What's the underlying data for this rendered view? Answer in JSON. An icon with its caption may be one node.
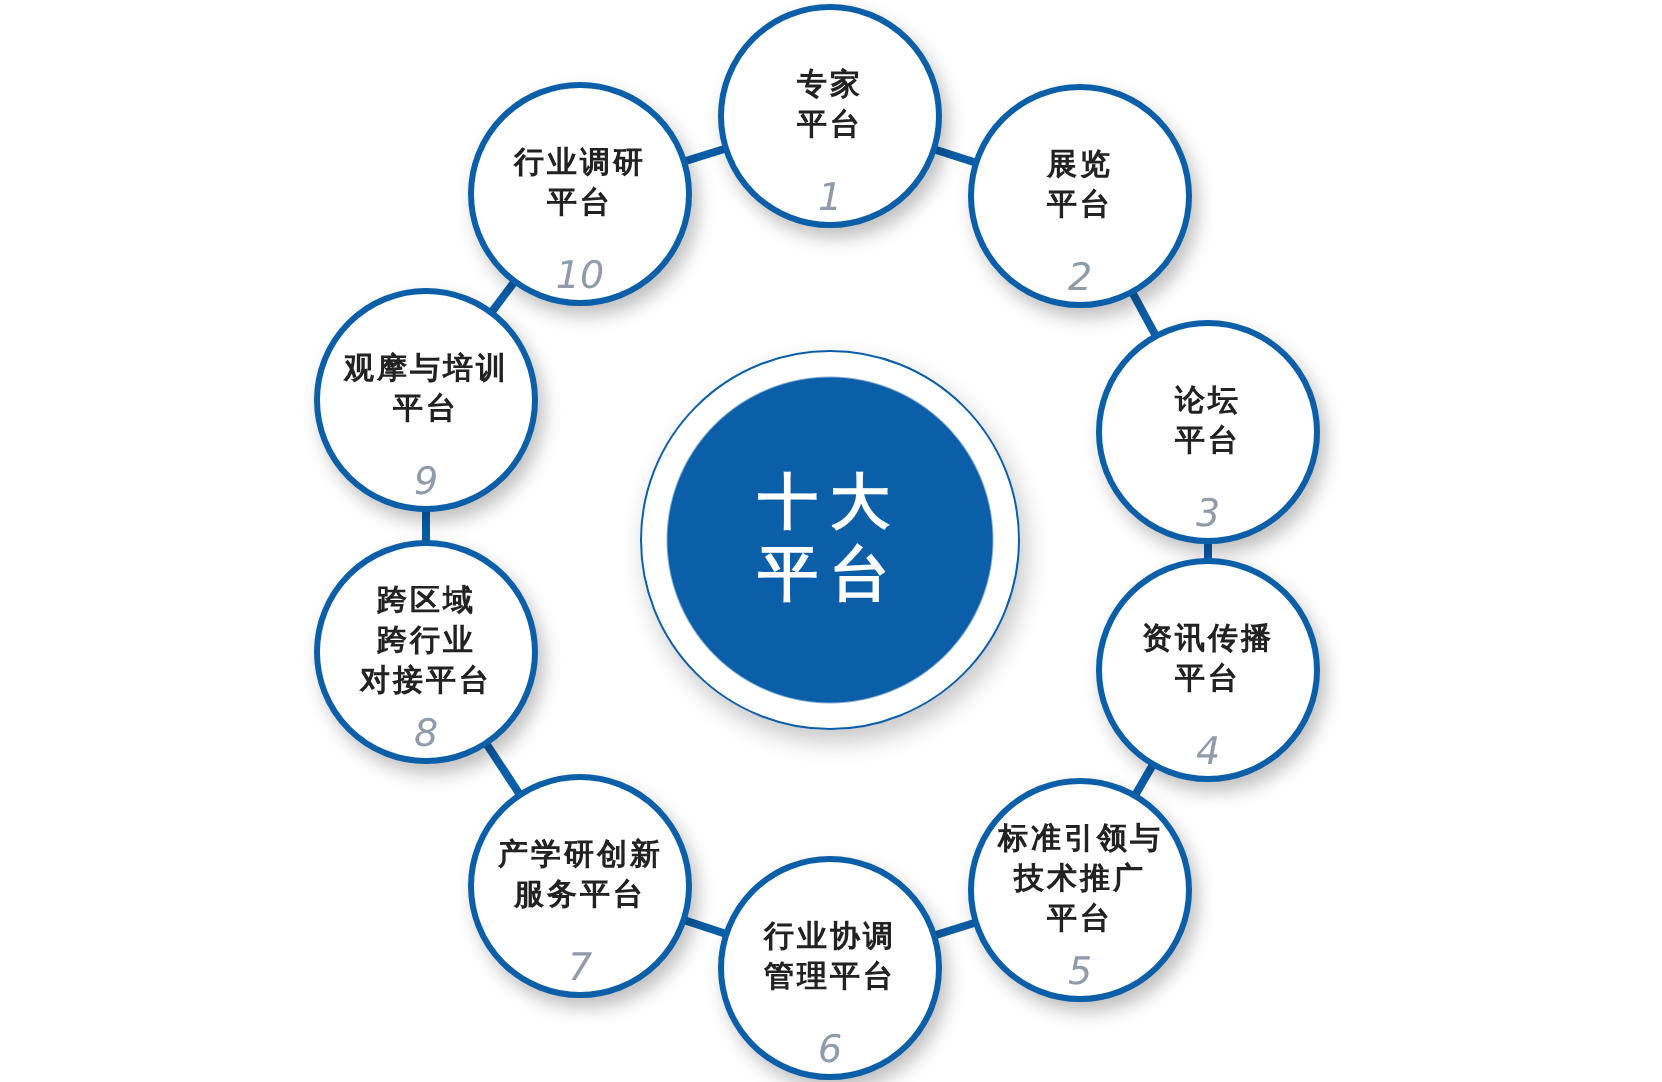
{
  "diagram": {
    "nodes": [
      {
        "text": [
          "十大平台"
        ]
      },
      {
        "text": [
          "专家平台",
          "1"
        ]
      },
      {
        "text": [
          "展览平台",
          "2"
        ]
      },
      {
        "text": [
          "论坛平台",
          "3"
        ]
      },
      {
        "text": [
          "资讯传播平台",
          "4"
        ]
      },
      {
        "text": [
          "标准引领与技术推广平台",
          "5"
        ]
      },
      {
        "text": [
          "行业协调管理平台",
          "6"
        ]
      },
      {
        "text": [
          "产学研创新服务平台",
          "7"
        ]
      },
      {
        "text": [
          "跨区域跨行业对接平台",
          "8"
        ]
      },
      {
        "text": [
          "观摩与培训平台",
          "9"
        ]
      },
      {
        "text": [
          "行业调研平台",
          "10"
        ]
      }
    ],
    "edges": [
      {
        "from": 1,
        "to": 2,
        "arrow": "none"
      },
      {
        "from": 2,
        "to": 3,
        "arrow": "none"
      },
      {
        "from": 3,
        "to": 4,
        "arrow": "none"
      },
      {
        "from": 4,
        "to": 5,
        "arrow": "none"
      },
      {
        "from": 5,
        "to": 6,
        "arrow": "none"
      },
      {
        "from": 6,
        "to": 7,
        "arrow": "none"
      },
      {
        "from": 7,
        "to": 8,
        "arrow": "none"
      },
      {
        "from": 8,
        "to": 9,
        "arrow": "none"
      },
      {
        "from": 9,
        "to": 10,
        "arrow": "none"
      },
      {
        "from": 10,
        "to": 1,
        "arrow": "none"
      }
    ]
  }
}
